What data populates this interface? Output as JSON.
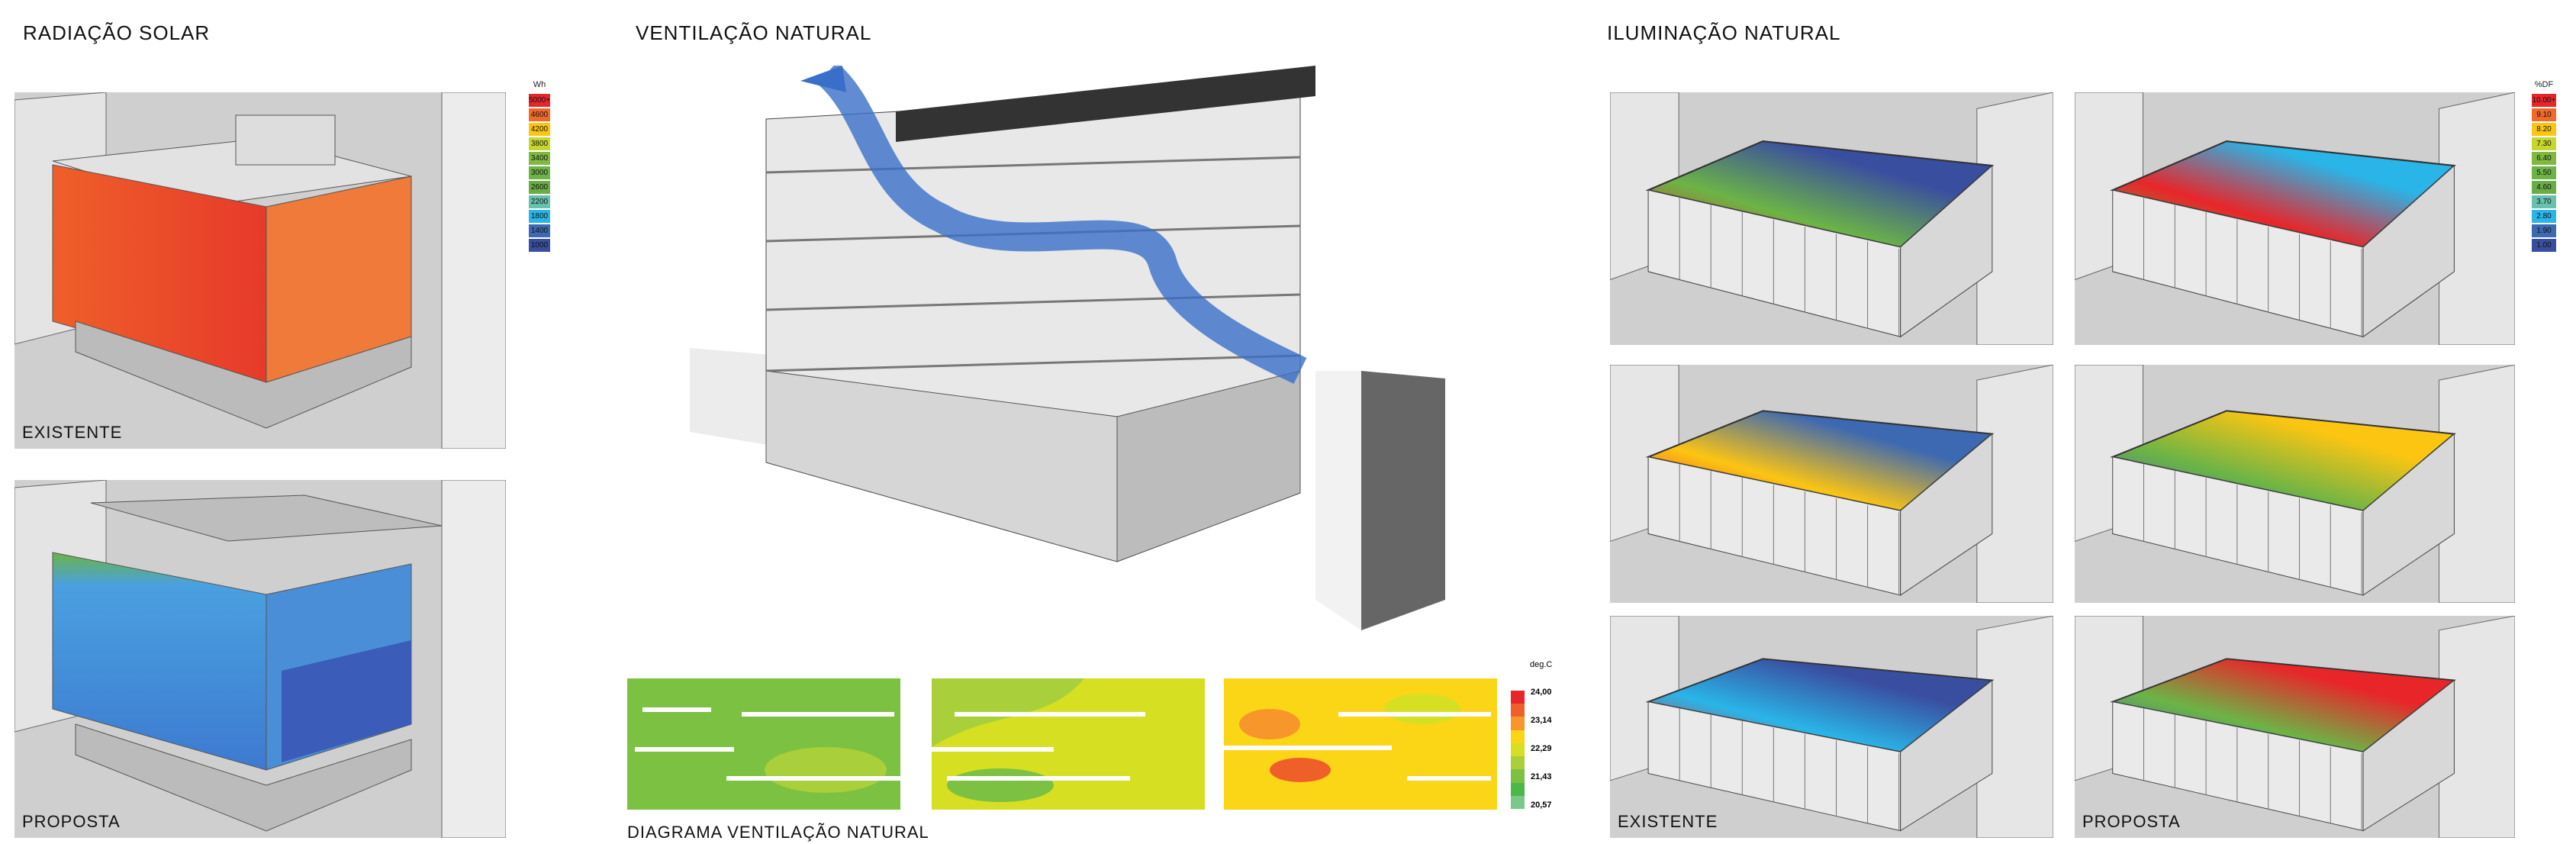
{
  "sections": {
    "solar": "RADIAÇÃO SOLAR",
    "ventilation": "VENTILAÇÃO NATURAL",
    "lighting": "ILUMINAÇÃO NATURAL"
  },
  "solar_panels": [
    {
      "label": "EXISTENTE"
    },
    {
      "label": "PROPOSTA"
    }
  ],
  "solar_legend": {
    "unit": "Wh",
    "items": [
      {
        "v": "5000+",
        "c": "#e8262a"
      },
      {
        "v": "4600",
        "c": "#ef6a2a"
      },
      {
        "v": "4200",
        "c": "#fcc512"
      },
      {
        "v": "3800",
        "c": "#c6d62d"
      },
      {
        "v": "3400",
        "c": "#7fba3f"
      },
      {
        "v": "3000",
        "c": "#6cb446"
      },
      {
        "v": "2600",
        "c": "#6aac46"
      },
      {
        "v": "2200",
        "c": "#67c2ad"
      },
      {
        "v": "1800",
        "c": "#29b5e8"
      },
      {
        "v": "1400",
        "c": "#3d68b2"
      },
      {
        "v": "1000",
        "c": "#3a4ea0"
      }
    ]
  },
  "ventilation_caption": "DIAGRAMA VENTILAÇÃO NATURAL",
  "temp_legend": {
    "unit": "deg.C",
    "labels": [
      "24,00",
      "23,14",
      "22,29",
      "21,43",
      "20,57"
    ],
    "colors": [
      "#e8262a",
      "#ef5f2a",
      "#f7962a",
      "#fbd616",
      "#d7df23",
      "#a9cf3a",
      "#7cc142",
      "#4db848",
      "#7bc88a"
    ]
  },
  "lighting_panels": [
    {
      "label": ""
    },
    {
      "label": ""
    },
    {
      "label": ""
    },
    {
      "label": ""
    },
    {
      "label": "EXISTENTE"
    },
    {
      "label": "PROPOSTA"
    }
  ],
  "df_legend": {
    "unit": "%DF",
    "items": [
      {
        "v": "10.00+",
        "c": "#e8262a"
      },
      {
        "v": "9.10",
        "c": "#ef6a2a"
      },
      {
        "v": "8.20",
        "c": "#fcc512"
      },
      {
        "v": "7.30",
        "c": "#c6d62d"
      },
      {
        "v": "6.40",
        "c": "#7fba3f"
      },
      {
        "v": "5.50",
        "c": "#6cb446"
      },
      {
        "v": "4.60",
        "c": "#6aac46"
      },
      {
        "v": "3.70",
        "c": "#67c2ad"
      },
      {
        "v": "2.80",
        "c": "#29b5e8"
      },
      {
        "v": "1.90",
        "c": "#3d68b2"
      },
      {
        "v": "1.00",
        "c": "#3a4ea0"
      }
    ]
  }
}
